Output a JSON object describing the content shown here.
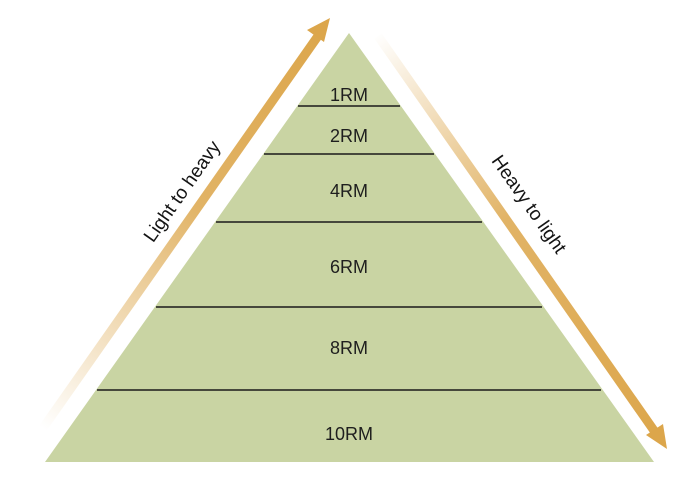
{
  "pyramid": {
    "levels": [
      "1RM",
      "2RM",
      "4RM",
      "6RM",
      "8RM",
      "10RM"
    ],
    "fill_color": "#c9d4a3",
    "line_color": "#1a1a1a"
  },
  "arrows": {
    "left_label": "Light to heavy",
    "right_label": "Heavy to light",
    "color": "#dca64b"
  }
}
